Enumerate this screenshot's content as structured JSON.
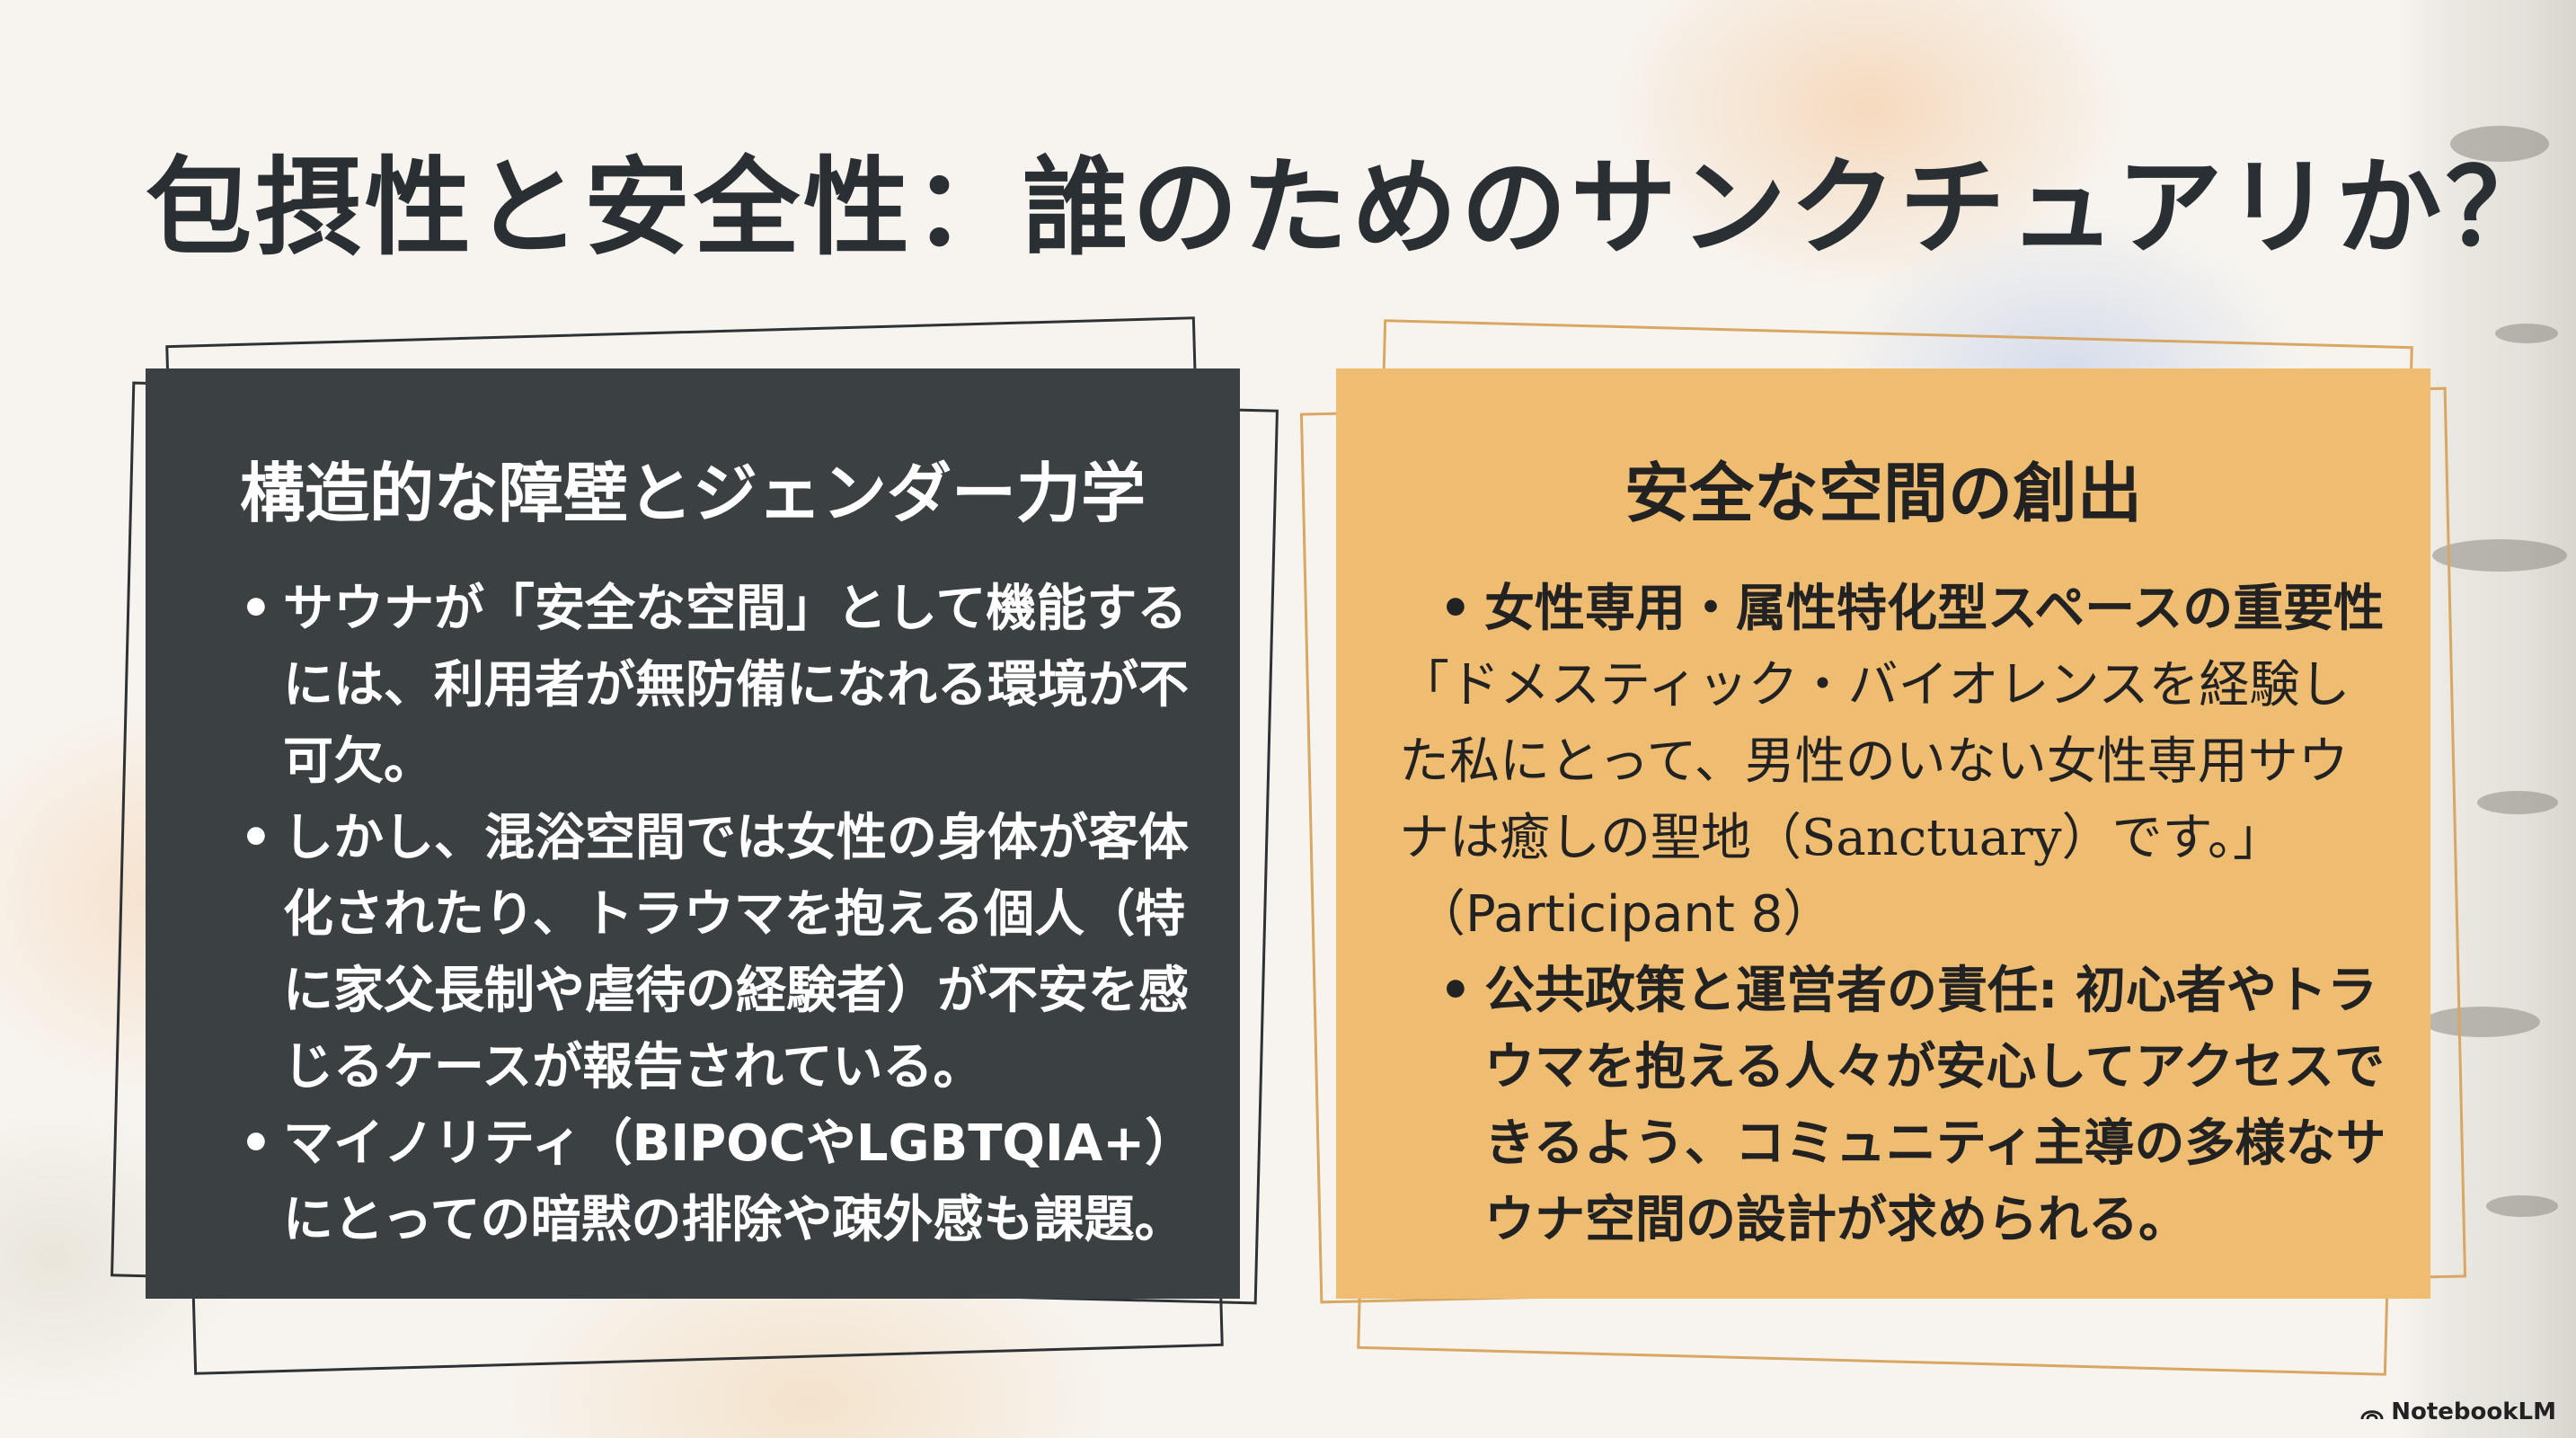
{
  "title": "包摂性と安全性：誰のためのサンクチュアリか？",
  "left_panel": {
    "heading": "構造的な障壁とジェンダー力学",
    "bullets": [
      "サウナが「安全な空間」として機能するには、利用者が無防備になれる環境が不可欠。",
      "しかし、混浴空間では女性の身体が客体化されたり、トラウマを抱える個人（特に家父長制や虐待の経験者）が不安を感じるケースが報告されている。",
      "マイノリティ（BIPOCやLGBTQIA+）にとっての暗黙の排除や疎外感も課題。"
    ]
  },
  "right_panel": {
    "heading": "安全な空間の創出",
    "bullet1": "女性専用・属性特化型スペースの重要性",
    "quote": "「ドメスティック・バイオレンスを経験した私にとって、男性のいない女性専用サウナは癒しの聖地（Sanctuary）です。」",
    "citation": "（Participant 8）",
    "bullet2": "公共政策と運営者の責任: 初心者やトラウマを抱える人々が安心してアクセスできるよう、コミュニティ主導の多様なサウナ空間の設計が求められる。"
  },
  "branding": {
    "logo_text": "NotebookLM",
    "logo_icon": "notebooklm-logo-icon"
  },
  "colors": {
    "left_panel_bg": "#3b4043",
    "right_panel_bg": "#efbd72",
    "title_color": "#2a2f33"
  }
}
